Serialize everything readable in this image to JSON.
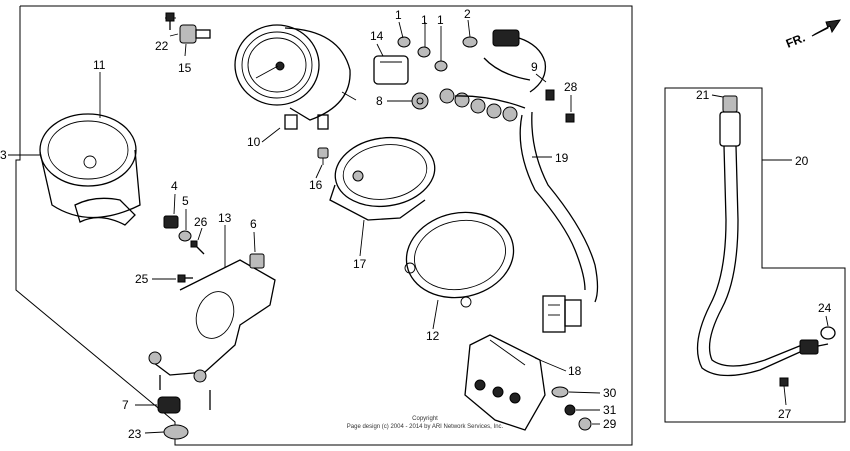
{
  "orientation": "FR.",
  "labels": {
    "l1a": "1",
    "l1b": "1",
    "l1c": "1",
    "l2": "2",
    "l3": "3",
    "l4": "4",
    "l5": "5",
    "l6": "6",
    "l7": "7",
    "l8": "8",
    "l9": "9",
    "l10": "10",
    "l11": "11",
    "l12": "12",
    "l13": "13",
    "l14": "14",
    "l15": "15",
    "l16": "16",
    "l17": "17",
    "l18": "18",
    "l19": "19",
    "l20": "20",
    "l21": "21",
    "l22": "22",
    "l23": "23",
    "l24": "24",
    "l25": "25",
    "l26": "26",
    "l27": "27",
    "l28": "28",
    "l29": "29",
    "l30": "30",
    "l31": "31"
  },
  "copyright": {
    "line1": "Copyright",
    "line2": "Page design (c) 2004 - 2014 by ARI Network Services, Inc."
  }
}
